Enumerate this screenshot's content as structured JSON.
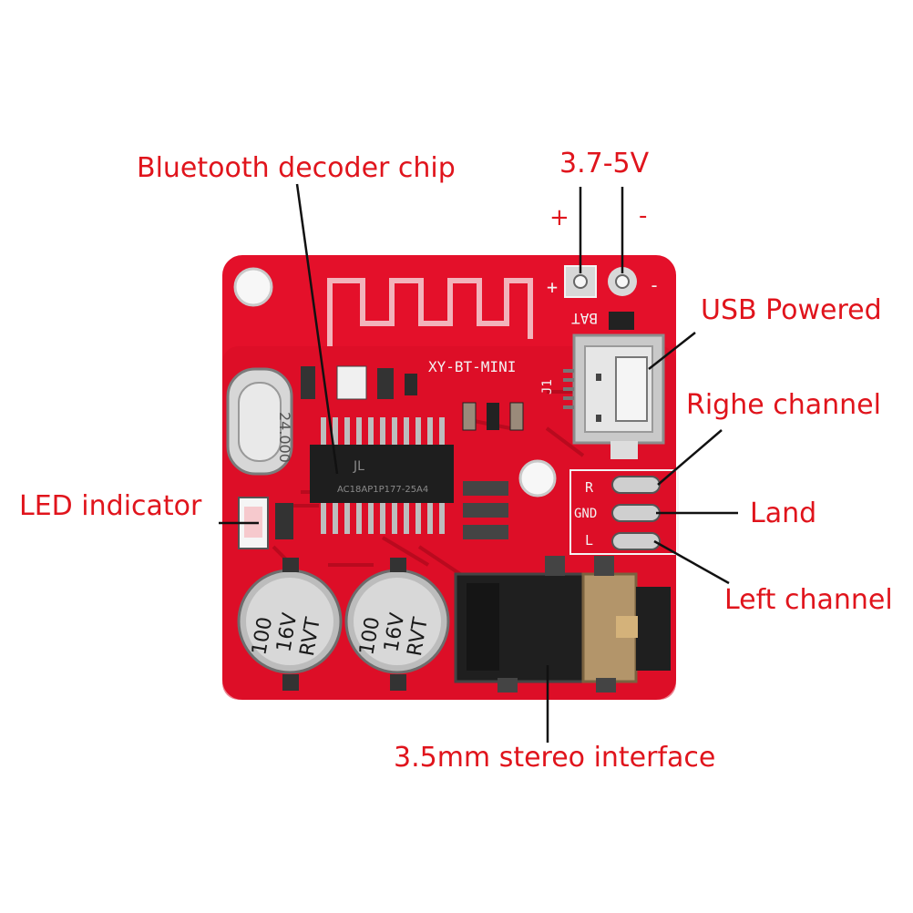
{
  "labels": {
    "chip": "Bluetooth decoder chip",
    "voltage": "3.7-5V",
    "plus": "+",
    "minus": "-",
    "usb": "USB Powered",
    "right": "Righe channel",
    "land": "Land",
    "left": "Left channel",
    "led": "LED indicator",
    "jack": "3.5mm stereo interface"
  },
  "silkscreen": {
    "board_name": "XY-BT-MINI",
    "bat": "BAT",
    "plus": "+",
    "minus": "-",
    "j1": "J1",
    "pin_r": "R",
    "pin_gnd": "GND",
    "pin_l": "L",
    "crystal": "24.000",
    "chip_logo": "JL",
    "chip_part": "AC18AP1P177-25A4",
    "cap1_lines": [
      "100",
      "16V",
      "RVT"
    ],
    "cap2_lines": [
      "100",
      "16V",
      "RVT"
    ]
  },
  "colors": {
    "annotation": "#e0141c",
    "board": "#e4102a",
    "board_dark": "#b90a1e",
    "silkscreen": "#f3f3f3",
    "line": "#111111"
  }
}
